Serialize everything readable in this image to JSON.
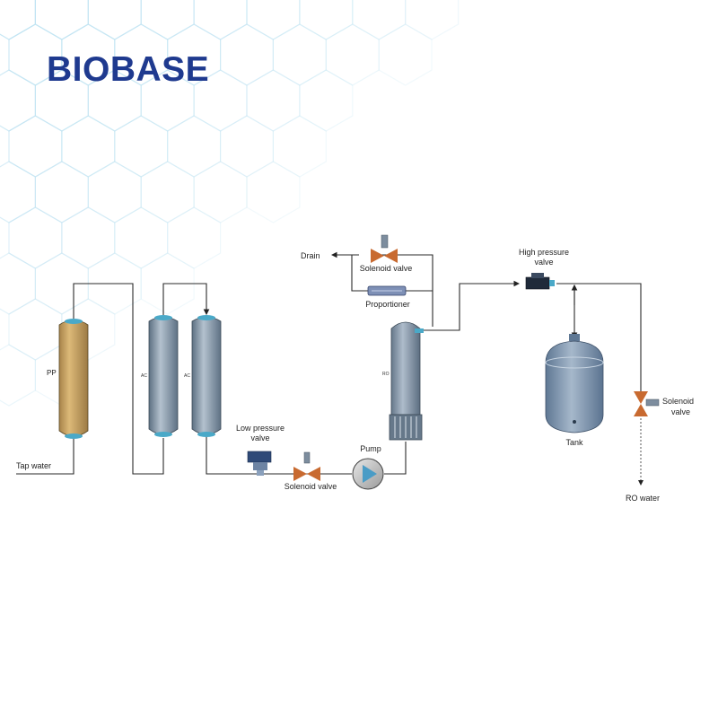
{
  "brand": {
    "name": "BIOBASE"
  },
  "colors": {
    "brand": "#1f3a8f",
    "pp_filter": "#c9a25a",
    "ac_filter": "#8fa3b6",
    "valve": "#c86a30",
    "tank": "#7d95ad"
  },
  "labels": {
    "tap_water": "Tap water",
    "pp": "PP",
    "ac1": "AC",
    "ac2": "AC",
    "low_pressure_valve": [
      "Low pressure",
      "valve"
    ],
    "solenoid_valve_inlet": "Solenoid valve",
    "pump": "Pump",
    "ro": "RO",
    "drain": "Drain",
    "solenoid_valve_drain": "Solenoid valve",
    "proportioner": "Proportioner",
    "high_pressure_valve": [
      "High pressure",
      "valve"
    ],
    "tank": "Tank",
    "solenoid_valve_outlet": [
      "Solenoid",
      "valve"
    ],
    "ro_water": "RO water"
  },
  "icons": {
    "pp_filter": "cylinder-filter-icon",
    "ac_filter": "cylinder-filter-icon",
    "low_pressure_valve": "pressure-valve-icon",
    "solenoid_valve": "solenoid-valve-icon",
    "pump": "pump-icon",
    "ro_membrane": "ro-membrane-icon",
    "proportioner": "proportioner-icon",
    "high_pressure_valve": "pressure-switch-icon",
    "tank": "pressure-tank-icon",
    "background": "hexagon-pattern-icon"
  }
}
